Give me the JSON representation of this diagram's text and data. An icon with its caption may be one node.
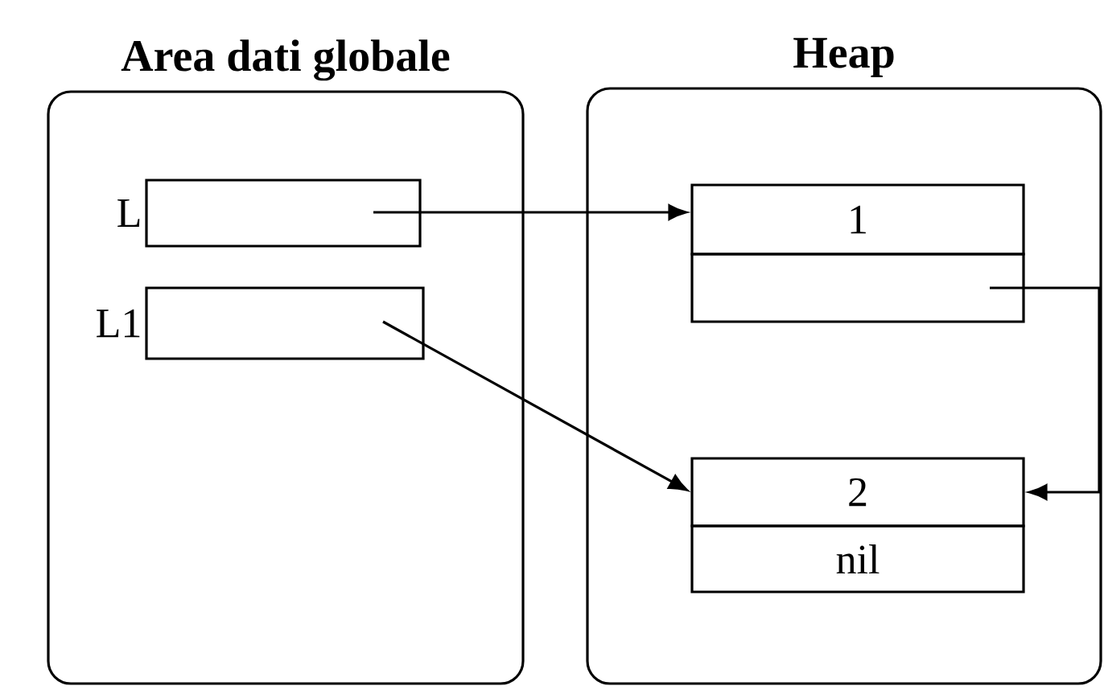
{
  "diagram": {
    "nodes": [
      {
        "text": [
          "Area dati globale"
        ]
      },
      {
        "text": [
          "Heap"
        ]
      },
      {
        "text": [],
        "shape": "box",
        "in": 0,
        "beside": [
          "L"
        ]
      },
      {
        "text": [],
        "shape": "box",
        "in": 0,
        "beside": [
          "L1"
        ]
      },
      {
        "text": [
          "1"
        ],
        "in": 1
      },
      {
        "text": [],
        "shape": "box",
        "in": 1
      },
      {
        "text": [
          "2"
        ],
        "in": 1
      },
      {
        "text": [
          "nil"
        ],
        "in": 1
      }
    ],
    "edges": [
      {
        "from": 2,
        "to": 4,
        "arrow": "to"
      },
      {
        "from": 3,
        "to": 6,
        "arrow": "to"
      },
      {
        "from": 5,
        "to": 6,
        "arrow": "to"
      }
    ]
  }
}
